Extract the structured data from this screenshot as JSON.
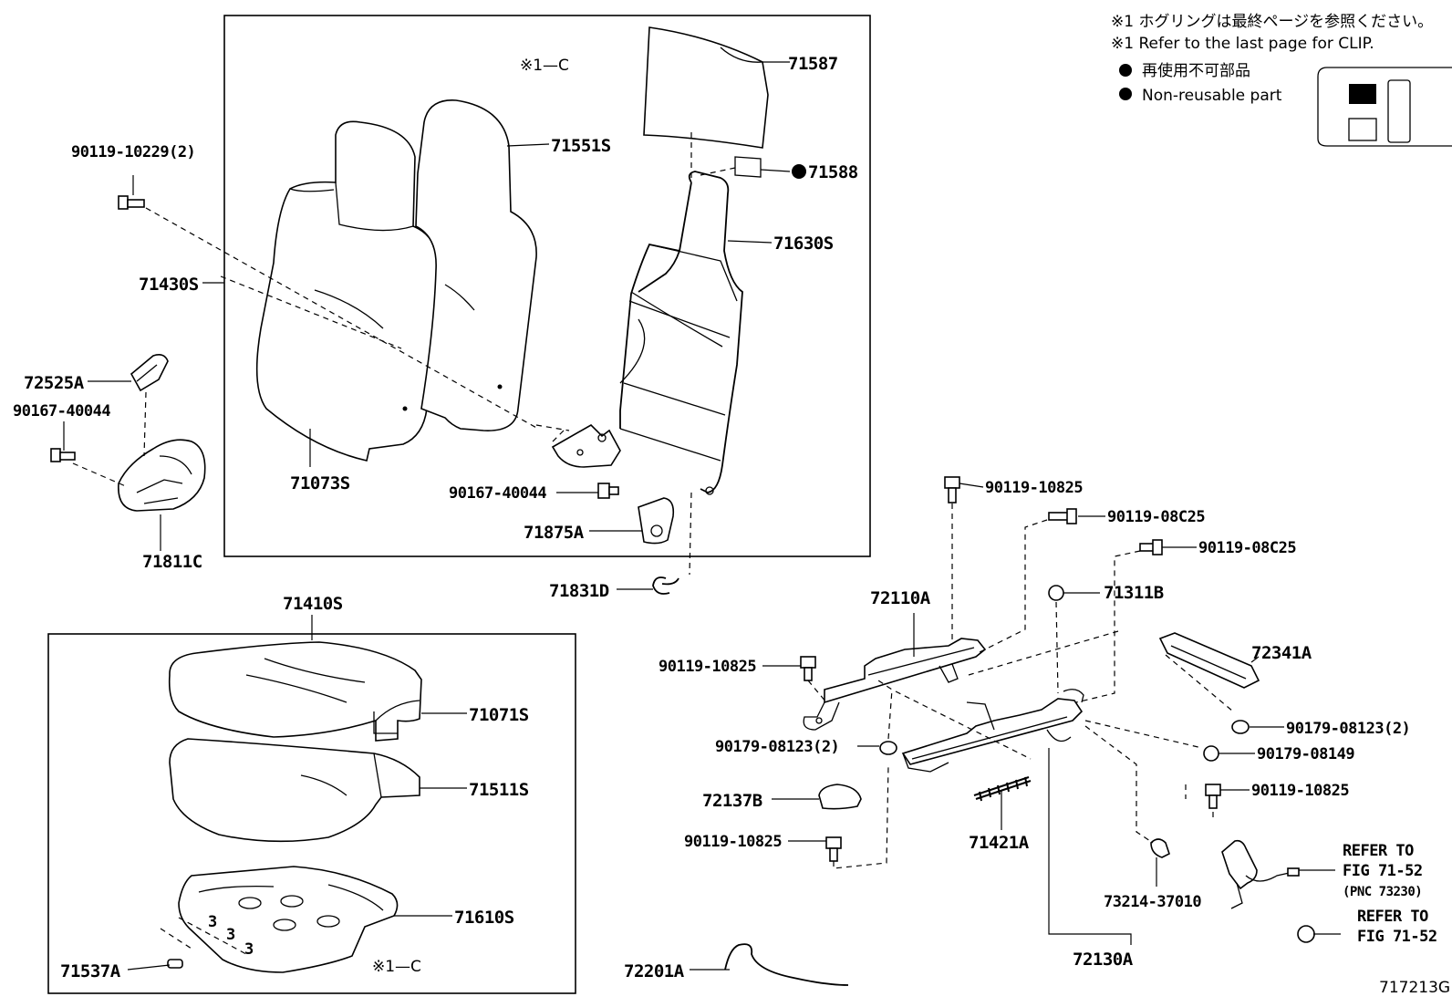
{
  "notes": {
    "clip_jp": "※1 ホグリングは最終ページを参照ください。",
    "clip_en": "※1 Refer to the last page for CLIP.",
    "nonreuse_jp": "再使用不可部品",
    "nonreuse_en": "Non-reusable part"
  },
  "figure_id": "717213G",
  "clip_ref_upper": "※1—C",
  "clip_ref_lower": "※1—C",
  "parts": {
    "p71587": "71587",
    "p71551S": "71551S",
    "p71588": "71588",
    "p71630S": "71630S",
    "p90119_10229": "90119-10229(2)",
    "p71430S": "71430S",
    "p72525A": "72525A",
    "p90167_40044_left": "90167-40044",
    "p71073S": "71073S",
    "p90167_40044_mid": "90167-40044",
    "p71875A": "71875A",
    "p71811C": "71811C",
    "p71831D": "71831D",
    "p71410S": "71410S",
    "p71071S": "71071S",
    "p71511S": "71511S",
    "p71610S": "71610S",
    "p71537A": "71537A",
    "p72201A": "72201A",
    "p90119_10825_top": "90119-10825",
    "p90119_08C25_a": "90119-08C25",
    "p90119_08C25_b": "90119-08C25",
    "p72110A": "72110A",
    "p71311B": "71311B",
    "p72341A": "72341A",
    "p90119_10825_left": "90119-10825",
    "p90179_08123_left": "90179-08123(2)",
    "p90179_08123_right": "90179-08123(2)",
    "p90179_08149": "90179-08149",
    "p72137B": "72137B",
    "p90119_10825_right": "90119-10825",
    "p90119_10825_bottom": "90119-10825",
    "p71421A": "71421A",
    "p73214_37010": "73214-37010",
    "p72130A": "72130A"
  },
  "refs": {
    "refer1_line1": "REFER TO",
    "refer1_line2": "FIG 71-52",
    "refer1_pnc": "(PNC 73230)",
    "refer2_line1": "REFER TO",
    "refer2_line2": "FIG 71-52"
  }
}
